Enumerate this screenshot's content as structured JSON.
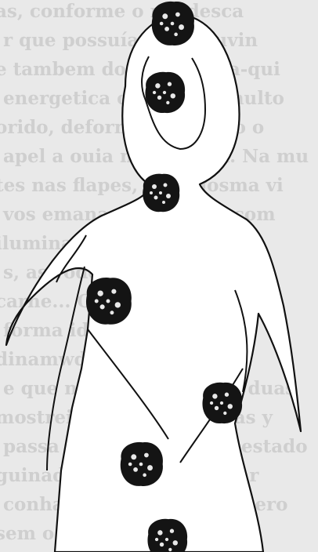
{
  "background_lines": [
    "as, conforme o me desca",
    "r que possuía. Nas, ouvin",
    "e tambem dos um este a-qui",
    "energetica com um tumulto",
    "orido, deformadas, como o",
    "apel a ouia ne espinha. Na mu",
    "tes nas flapes, uma gosma vi",
    "vos emanam e prosam com",
    "iluminada pelas trevas da",
    "s, as rodes estavam objety",
    "carne... Os agentes que",
    "forma idade, não apenas",
    "dinamwdosse que que",
    "e que na falha, com das duas",
    "mostrei algunas turdunas y",
    "passa e humana em tal estado",
    "guinados por meses cegar",
    "conhara a cabine com apero",
    "sem o duro sempre desta"
  ],
  "colors": {
    "paper": "#e9e9e9",
    "text": "#cfcfcf",
    "ink": "#111111",
    "figure_fill": "#ffffff"
  },
  "markers": [
    {
      "name": "head-top"
    },
    {
      "name": "forehead"
    },
    {
      "name": "throat"
    },
    {
      "name": "heart"
    },
    {
      "name": "navel"
    },
    {
      "name": "pelvis"
    },
    {
      "name": "base"
    }
  ]
}
